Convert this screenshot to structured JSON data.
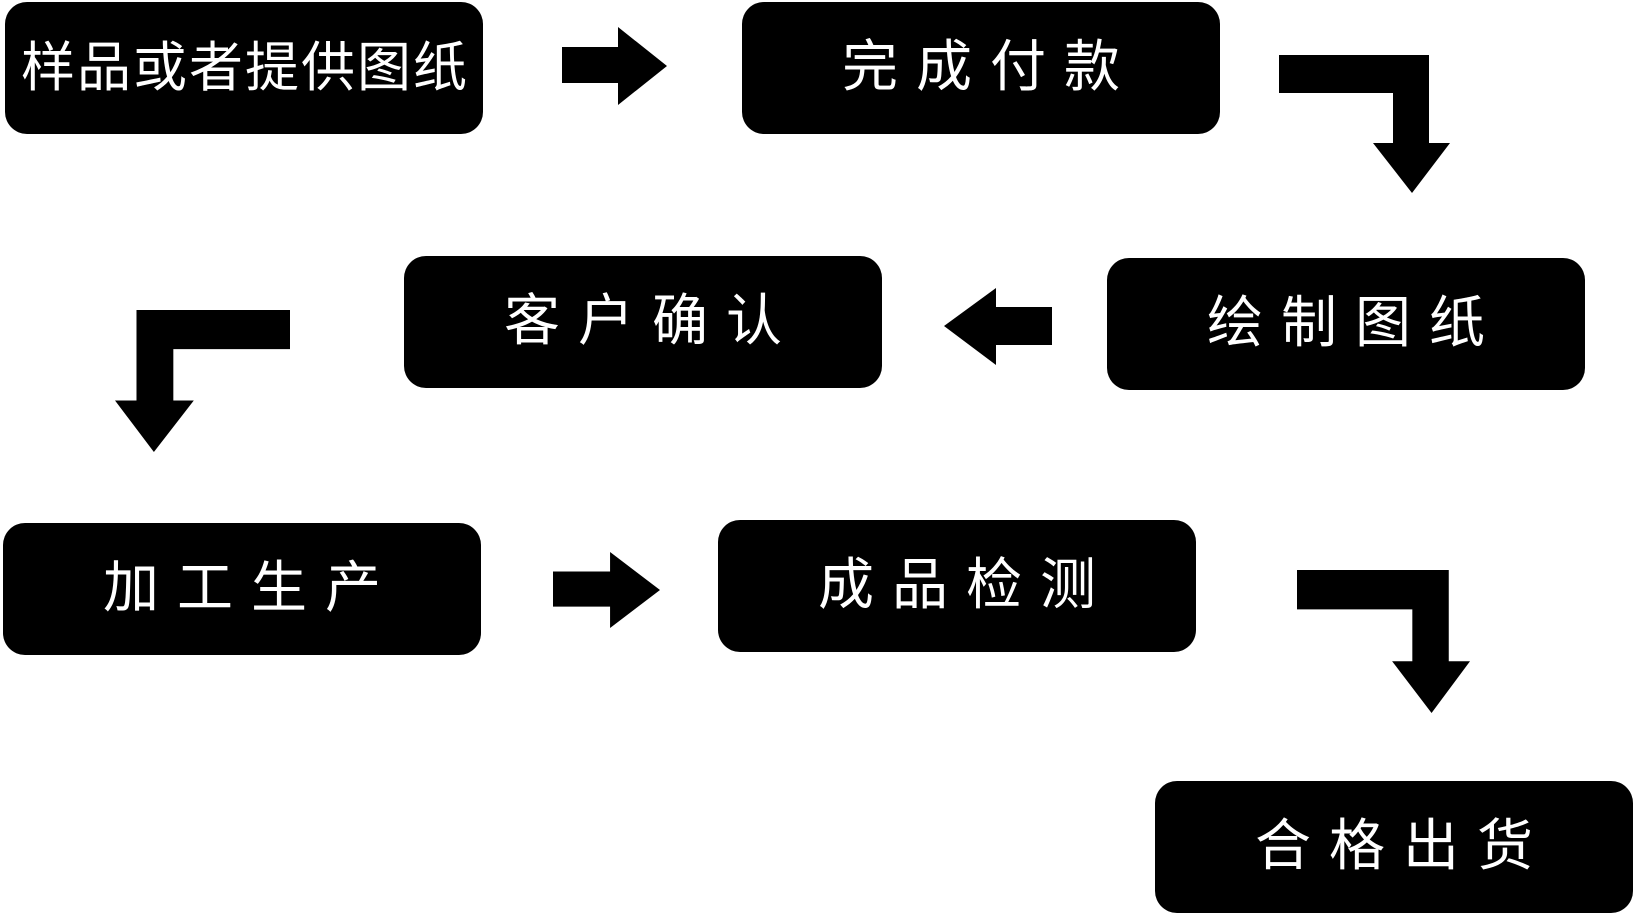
{
  "diagram": {
    "type": "flowchart",
    "nodes": [
      {
        "id": "step-1",
        "label": "样品或者提供图纸"
      },
      {
        "id": "step-2",
        "label": "完成付款"
      },
      {
        "id": "step-3",
        "label": "绘制图纸"
      },
      {
        "id": "step-4",
        "label": "客户确认"
      },
      {
        "id": "step-5",
        "label": "加工生产"
      },
      {
        "id": "step-6",
        "label": "成品检测"
      },
      {
        "id": "step-7",
        "label": "合格出货"
      }
    ],
    "edges": [
      {
        "from": "step-1",
        "to": "step-2",
        "arrow": "right"
      },
      {
        "from": "step-2",
        "to": "step-3",
        "arrow": "elbow-down-right"
      },
      {
        "from": "step-3",
        "to": "step-4",
        "arrow": "left"
      },
      {
        "from": "step-4",
        "to": "step-5",
        "arrow": "elbow-down-left"
      },
      {
        "from": "step-5",
        "to": "step-6",
        "arrow": "right"
      },
      {
        "from": "step-6",
        "to": "step-7",
        "arrow": "elbow-down-right"
      }
    ],
    "colors": {
      "node_background": "#000000",
      "node_text": "#ffffff",
      "arrow": "#000000",
      "page_background": "#ffffff"
    }
  }
}
